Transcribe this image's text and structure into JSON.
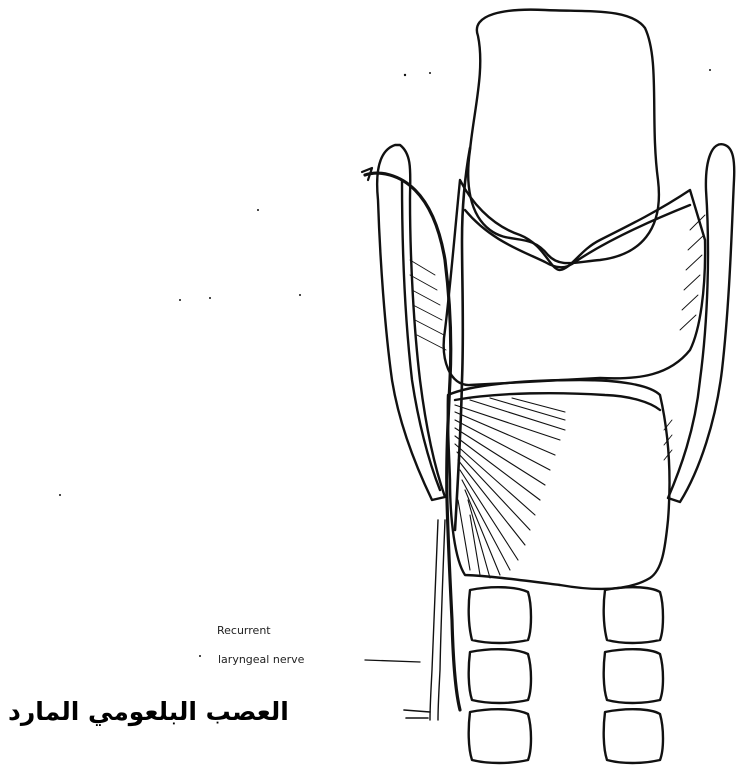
{
  "diagram": {
    "labels": {
      "en_line1": "Recurrent",
      "en_line2": "laryngeal nerve",
      "ar": "العصب البلعومي المارد"
    },
    "colors": {
      "ink": "#111111",
      "paper": "#ffffff"
    }
  }
}
